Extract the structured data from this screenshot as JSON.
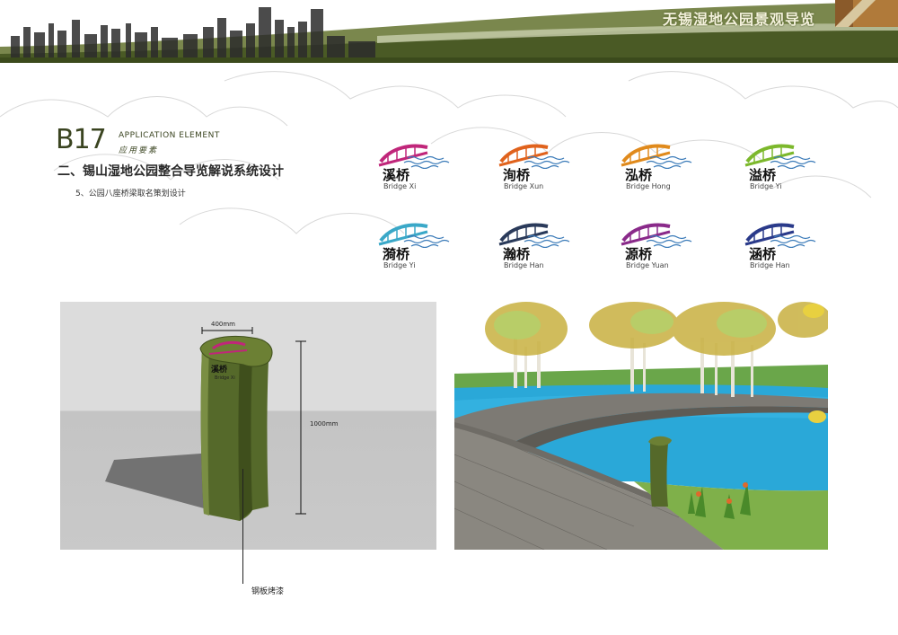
{
  "header": {
    "title": "无锡湿地公园景观导览",
    "colors": {
      "banner_olive": "#6b7a3a",
      "banner_dark": "#4a5a25",
      "title_text": "#f4f1dc"
    }
  },
  "section": {
    "code": "B17",
    "label_en": "APPLICATION ELEMENT",
    "label_cn": "应用要素",
    "heading": "二、锡山湿地公园整合导览解说系统设计",
    "subheading": "5、公园八座桥梁取名策划设计"
  },
  "bridges": [
    {
      "name": "溪桥",
      "en": "Bridge Xi",
      "color": "#c0267a"
    },
    {
      "name": "洵桥",
      "en": "Bridge Xun",
      "color": "#e0621c"
    },
    {
      "name": "泓桥",
      "en": "Bridge Hong",
      "color": "#e08a1c"
    },
    {
      "name": "溢桥",
      "en": "Bridge Yi",
      "color": "#7cb82c"
    },
    {
      "name": "漪桥",
      "en": "Bridge Yi",
      "color": "#3aa8c8"
    },
    {
      "name": "瀚桥",
      "en": "Bridge Han",
      "color": "#2a3a5a"
    },
    {
      "name": "源桥",
      "en": "Bridge Yuan",
      "color": "#8a2a8a"
    },
    {
      "name": "涵桥",
      "en": "Bridge Han",
      "color": "#2a3a8a"
    }
  ],
  "sign_render": {
    "width_label": "400mm",
    "height_label": "1000mm",
    "sign_name": "溪桥",
    "sign_en": "Bridge Xi",
    "material_label": "钢板烤漆",
    "colors": {
      "post_green": "#5a6e2a",
      "post_dark": "#3f4f1c"
    }
  }
}
